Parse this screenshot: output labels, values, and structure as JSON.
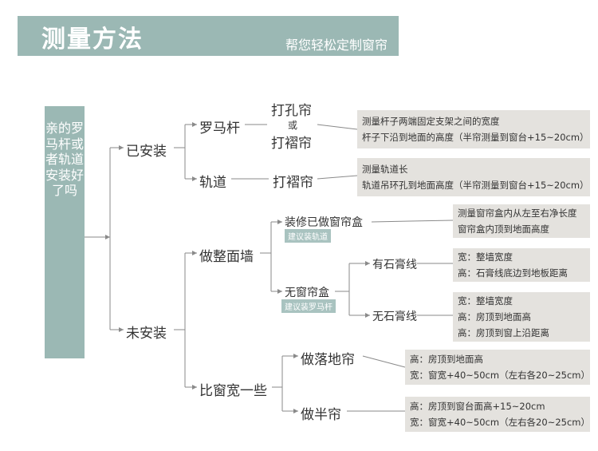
{
  "header": {
    "title": "测量方法",
    "subtitle": "帮您轻松定制窗帘"
  },
  "root": {
    "text": "亲的罗马杆或者轨道安装好了吗"
  },
  "branches": {
    "installed": "已安装",
    "not_installed": "未安装"
  },
  "installed": {
    "roman_rod": "罗马杆",
    "track": "轨道",
    "roman_option1": "打孔帘",
    "roman_or": "或",
    "roman_option2": "打褶帘",
    "track_option": "打褶帘"
  },
  "not_installed": {
    "full_wall": "做整面墙",
    "wider_window": "比窗宽一些",
    "box_done": "装修已做窗帘盒",
    "box_done_tag": "建议装轨道",
    "no_box": "无窗帘盒",
    "no_box_tag": "建议装罗马杆",
    "with_line": "有石膏线",
    "without_line": "无石膏线",
    "floor": "做落地帘",
    "half": "做半帘"
  },
  "info_boxes": {
    "roman": [
      "测量杆子两端固定支架之间的宽度",
      "杆子下沿到地面的高度（半帘测量到窗台+15~20cm）"
    ],
    "track": [
      "测量轨道长",
      "轨道吊环孔到地面高度（半帘测量到窗台+15~20cm）"
    ],
    "box_done": [
      "测量窗帘盒内从左至右净长度",
      "窗帘盒内顶到地面高度"
    ],
    "with_line": [
      "宽：整墙宽度",
      "高：石膏线底边到地板距离"
    ],
    "without_line": [
      "宽：整墙宽度",
      "高：房顶到地面高",
      "高：房顶到窗上沿距离"
    ],
    "floor": [
      "高：房顶到地面高",
      "宽：窗宽+40~50cm（左右各20~25cm）"
    ],
    "half": [
      "高：房顶到窗台面高+15~20cm",
      "宽：窗宽+40~50cm（左右各20~25cm）"
    ]
  },
  "colors": {
    "accent": "#9bb8b4",
    "box_bg": "#e4e2de",
    "line": "#8a8a8a"
  }
}
